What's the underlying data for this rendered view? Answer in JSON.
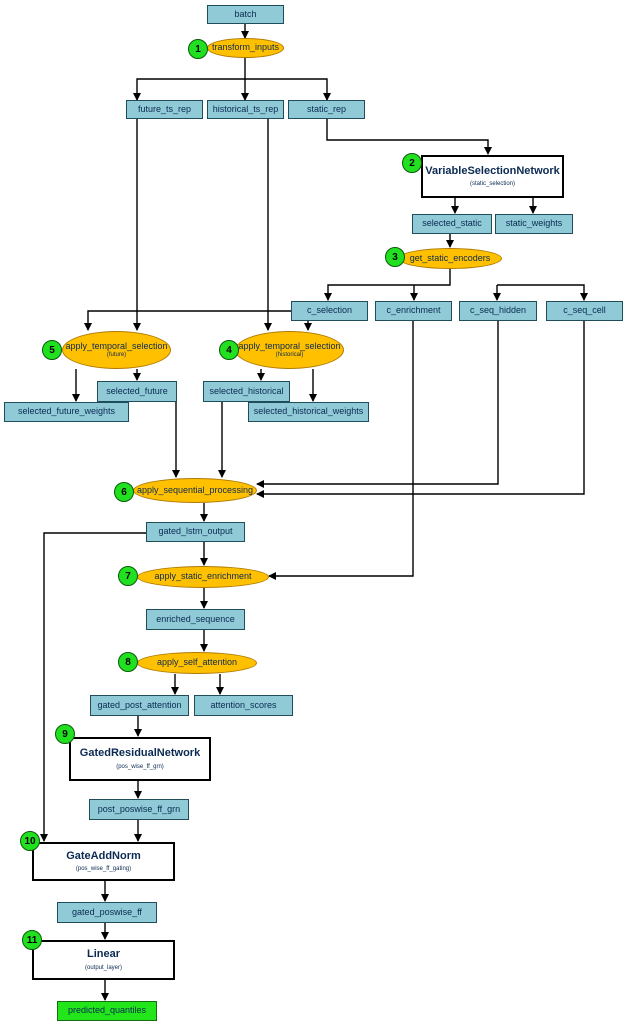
{
  "data_nodes": {
    "batch": "batch",
    "future_ts_rep": "future_ts_rep",
    "historical_ts_rep": "historical_ts_rep",
    "static_rep": "static_rep",
    "selected_static": "selected_static",
    "static_weights": "static_weights",
    "c_selection": "c_selection",
    "c_enrichment": "c_enrichment",
    "c_seq_hidden": "c_seq_hidden",
    "c_seq_cell": "c_seq_cell",
    "selected_future": "selected_future",
    "selected_historical": "selected_historical",
    "selected_future_weights": "selected_future_weights",
    "selected_historical_weights": "selected_historical_weights",
    "gated_lstm_output": "gated_lstm_output",
    "enriched_sequence": "enriched_sequence",
    "gated_post_attention": "gated_post_attention",
    "attention_scores": "attention_scores",
    "post_poswise_ff_grn": "post_poswise_ff_grn",
    "gated_poswise_ff": "gated_poswise_ff",
    "predicted_quantiles": "predicted_quantiles"
  },
  "operations": {
    "transform_inputs": "transform_inputs",
    "get_static_encoders": "get_static_encoders",
    "apply_temporal_selection_future": "apply_temporal_selection",
    "future_sub": "(future)",
    "apply_temporal_selection_historical": "apply_temporal_selection",
    "historical_sub": "(historical)",
    "apply_sequential_processing": "apply_sequential_processing",
    "apply_static_enrichment": "apply_static_enrichment",
    "apply_self_attention": "apply_self_attention"
  },
  "modules": {
    "vsn": {
      "title": "VariableSelectionNetwork",
      "sub": "(static_selection)"
    },
    "grn": {
      "title": "GatedResidualNetwork",
      "sub": "(pos_wise_ff_grn)"
    },
    "gan": {
      "title": "GateAddNorm",
      "sub": "(pos_wise_ff_gating)"
    },
    "linear": {
      "title": "Linear",
      "sub": "(output_layer)"
    }
  },
  "steps": [
    "1",
    "2",
    "3",
    "4",
    "5",
    "6",
    "7",
    "8",
    "9",
    "10",
    "11"
  ],
  "colors": {
    "data_box": "#8fcad6",
    "operation": "#ffc000",
    "step_badge": "#20e020",
    "output_box": "#22e51a",
    "module_border": "#000000"
  }
}
